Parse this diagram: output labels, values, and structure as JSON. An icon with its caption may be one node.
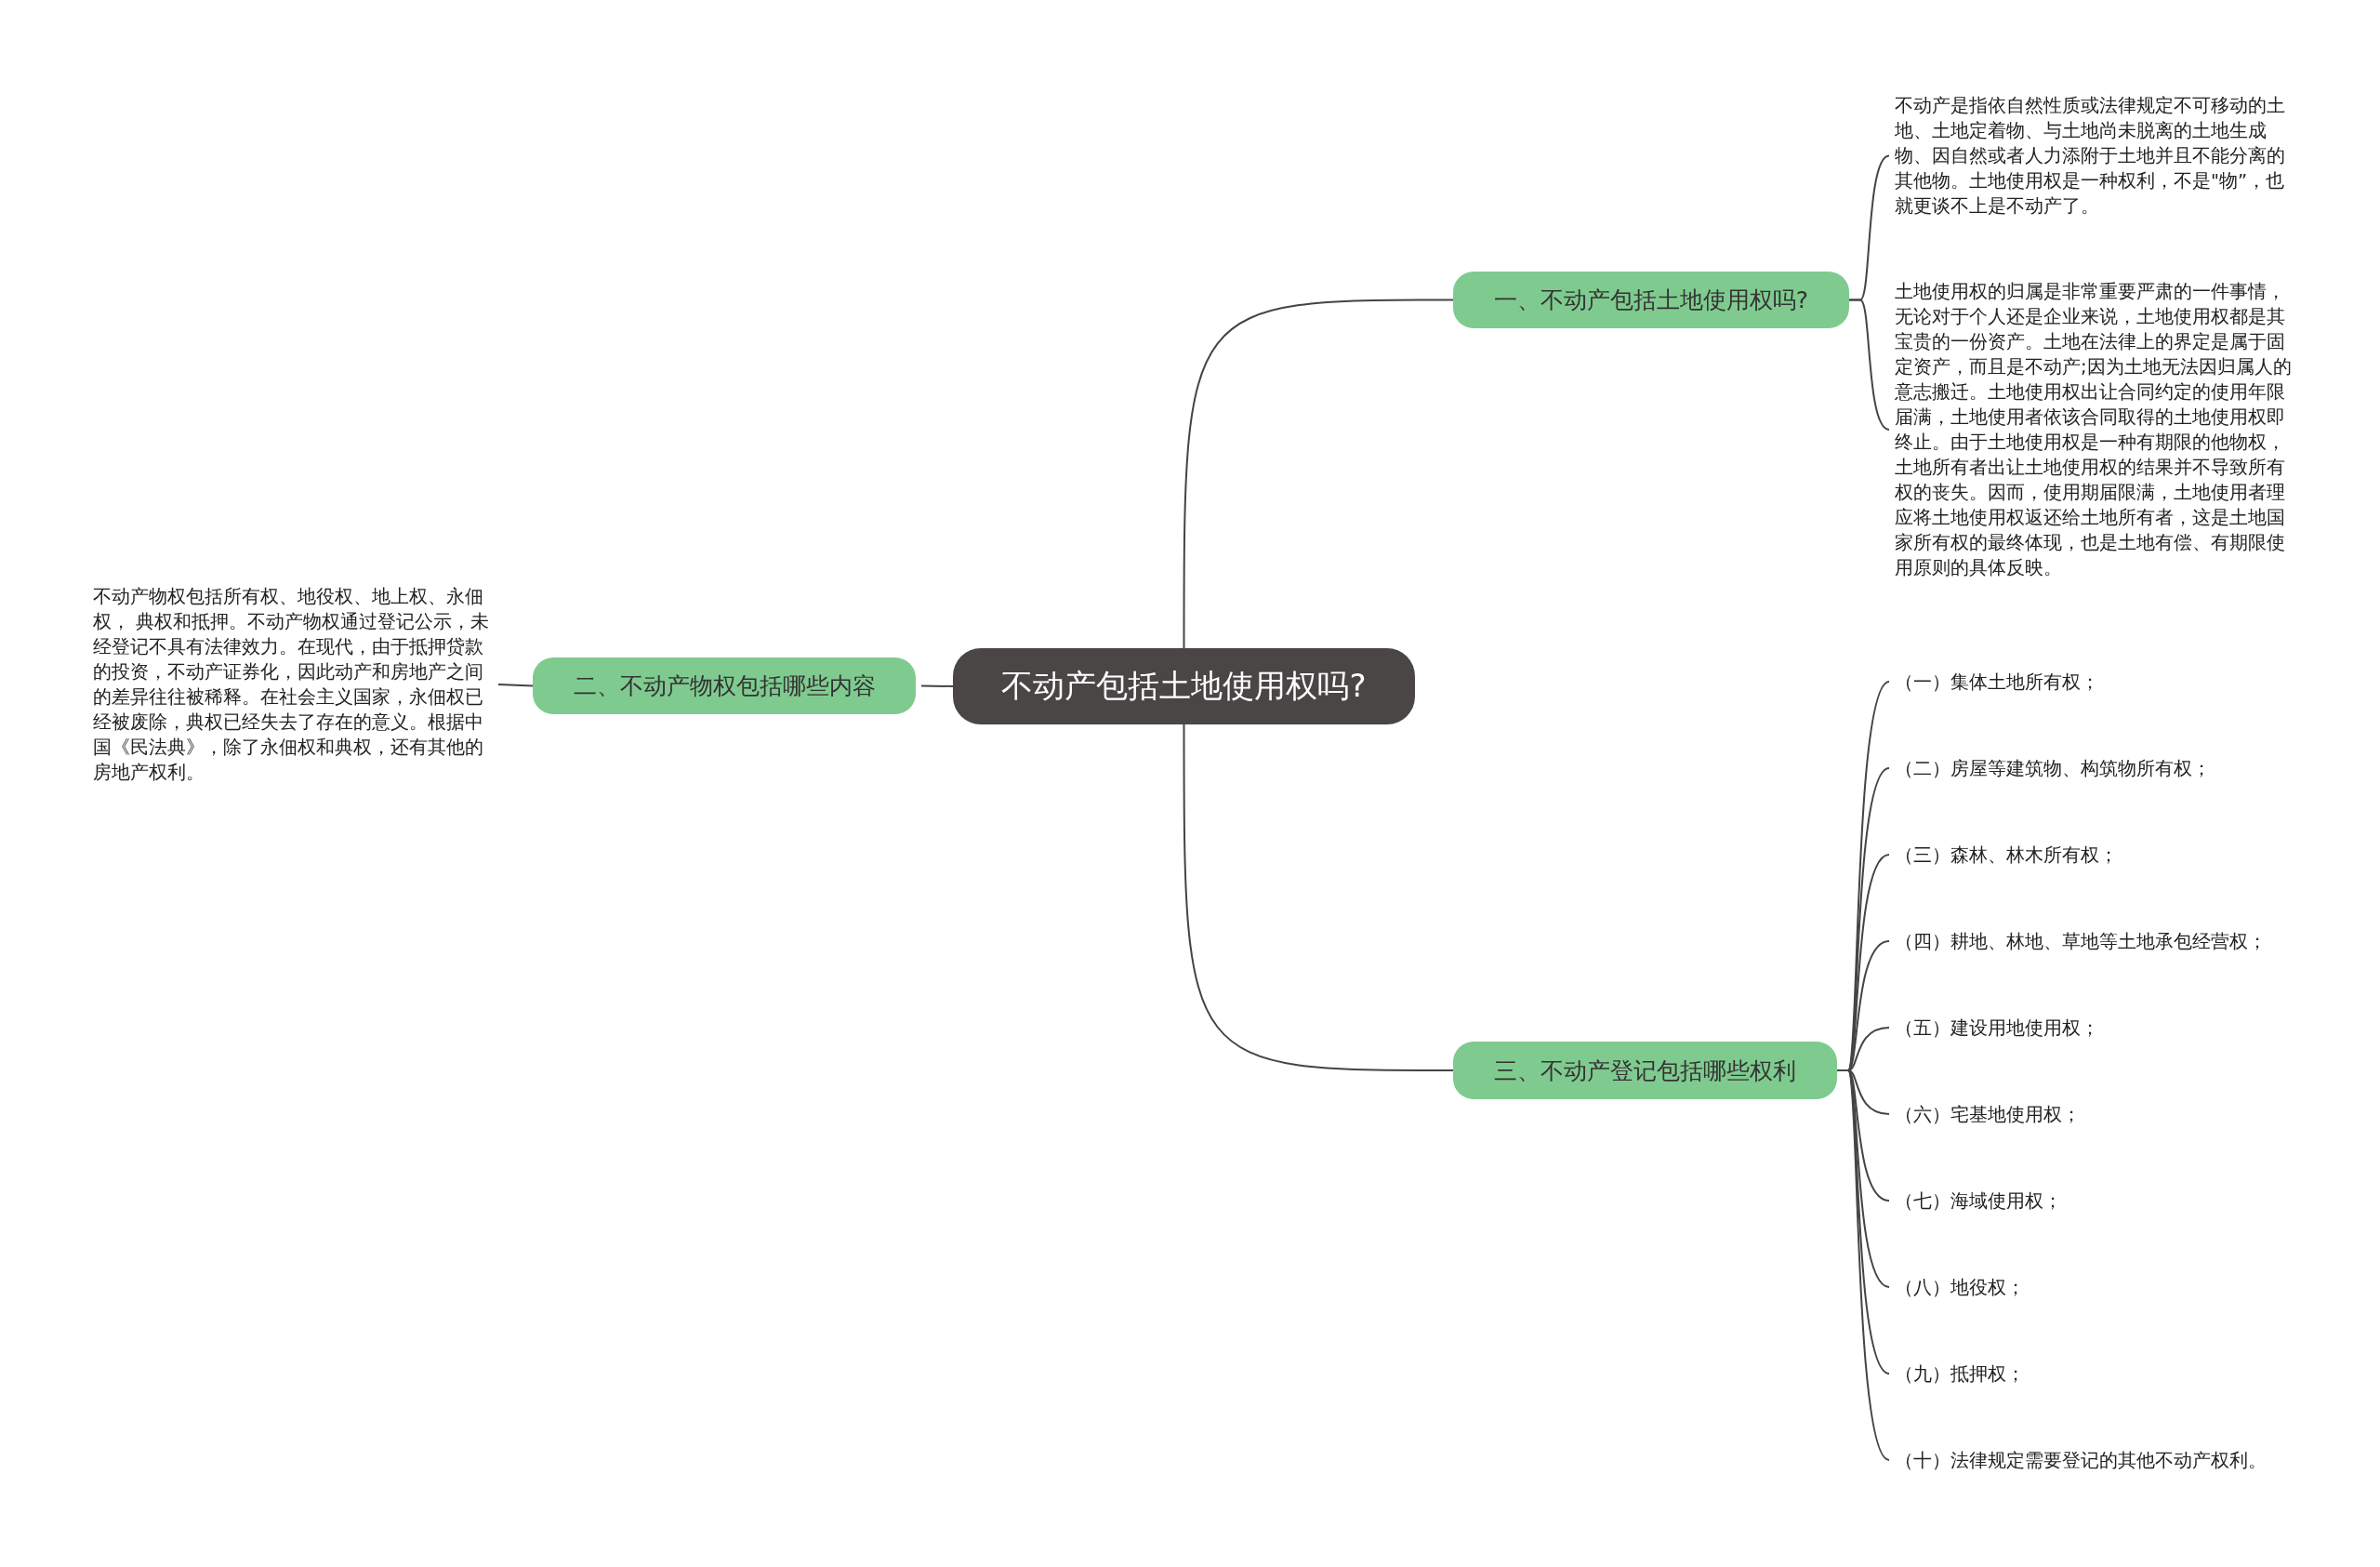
{
  "diagram": {
    "nodes": [
      {
        "text": [
          "不动产包括土地使用权吗?"
        ]
      },
      {
        "text": [
          "一、不动产包括土地使用权吗?"
        ]
      },
      {
        "text": [
          "不动产是指依自然性质或法律规定不可移动的土地、土地定着物、与土地尚未脱离的土地生成物、因自然或者人力添附于土地并且不能分离的其他物。土地使用权是一种权利，不是\"物”，也就更谈不上是不动产了。"
        ]
      },
      {
        "text": [
          "土地使用权的归属是非常重要严肃的一件事情，无论对于个人还是企业来说，土地使用权都是其宝贵的一份资产。土地在法律上的界定是属于固定资产，而且是不动产;因为土地无法因归属人的意志搬迁。土地使用权出让合同约定的使用年限届满，土地使用者依该合同取得的土地使用权即终止。由于土地使用权是一种有期限的他物权，土地所有者出让土地使用权的结果并不导致所有权的丧失。因而，使用期届限满，土地使用者理应将土地使用权返还给土地所有者，这是土地国家所有权的最终体现，也是土地有偿、有期限使用原则的具体反映。"
        ]
      },
      {
        "text": [
          "二、不动产物权包括哪些内容"
        ]
      },
      {
        "text": [
          "不动产物权包括所有权、地役权、地上权、永佃权， 典权和抵押。不动产物权通过登记公示，未经登记不具有法律效力。在现代，由于抵押贷款的投资，不动产证券化，因此动产和房地产之间的差异往往被稀释。在社会主义国家，永佃权已经被废除，典权已经失去了存在的意义。根据中国《民法典》，除了永佃权和典权，还有其他的房地产权利。"
        ]
      },
      {
        "text": [
          "三、不动产登记包括哪些权利"
        ]
      },
      {
        "text": [
          "（一）集体土地所有权；"
        ]
      },
      {
        "text": [
          "（二）房屋等建筑物、构筑物所有权；"
        ]
      },
      {
        "text": [
          "（三）森林、林木所有权；"
        ]
      },
      {
        "text": [
          "（四）耕地、林地、草地等土地承包经营权；"
        ]
      },
      {
        "text": [
          "（五）建设用地使用权；"
        ]
      },
      {
        "text": [
          "（六）宅基地使用权；"
        ]
      },
      {
        "text": [
          "（七）海域使用权；"
        ]
      },
      {
        "text": [
          "（八）地役权；"
        ]
      },
      {
        "text": [
          "（九）抵押权；"
        ]
      },
      {
        "text": [
          "（十）法律规定需要登记的其他不动产权利。"
        ]
      }
    ],
    "edges": [
      {
        "from": 0,
        "to": 1,
        "arrow": "none"
      },
      {
        "from": 1,
        "to": 2,
        "arrow": "none"
      },
      {
        "from": 1,
        "to": 3,
        "arrow": "none"
      },
      {
        "from": 0,
        "to": 4,
        "arrow": "none"
      },
      {
        "from": 4,
        "to": 5,
        "arrow": "none"
      },
      {
        "from": 0,
        "to": 6,
        "arrow": "none"
      },
      {
        "from": 6,
        "to": 7,
        "arrow": "none"
      },
      {
        "from": 6,
        "to": 8,
        "arrow": "none"
      },
      {
        "from": 6,
        "to": 9,
        "arrow": "none"
      },
      {
        "from": 6,
        "to": 10,
        "arrow": "none"
      },
      {
        "from": 6,
        "to": 11,
        "arrow": "none"
      },
      {
        "from": 6,
        "to": 12,
        "arrow": "none"
      },
      {
        "from": 6,
        "to": 13,
        "arrow": "none"
      },
      {
        "from": 6,
        "to": 14,
        "arrow": "none"
      },
      {
        "from": 6,
        "to": 15,
        "arrow": "none"
      },
      {
        "from": 6,
        "to": 16,
        "arrow": "none"
      }
    ]
  }
}
